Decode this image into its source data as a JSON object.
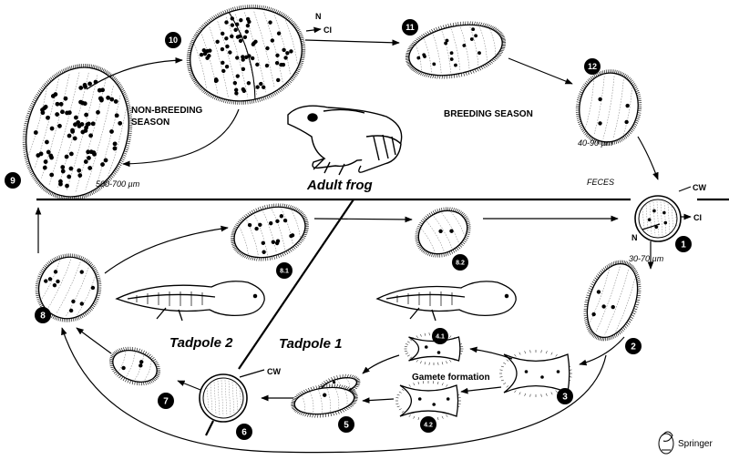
{
  "labels": {
    "non_breeding_1": "NON-BREEDING",
    "non_breeding_2": "SEASON",
    "breeding": "BREEDING SEASON",
    "adult_frog": "Adult frog",
    "feces": "FECES",
    "tadpole_1": "Tadpole  1",
    "tadpole_2": "Tadpole  2",
    "gamete_formation": "Gamete formation",
    "size_large": "500-700 µm",
    "size_medium": "40-90 µm",
    "size_cyst": "30-70 µm",
    "n_top": "N",
    "ci_top": "CI",
    "cw_cyst": "CW",
    "ci_cyst": "CI",
    "n_cyst": "N",
    "cw_cyst6": "CW",
    "publisher": "Springer"
  },
  "stages": {
    "s1": "1",
    "s2": "2",
    "s3": "3",
    "s4_1": "4.1",
    "s4_2": "4.2",
    "s5": "5",
    "s6": "6",
    "s7": "7",
    "s8": "8",
    "s8_1": "8.1",
    "s8_2": "8.2",
    "s9": "9",
    "s10": "10",
    "s11": "11",
    "s12": "12"
  }
}
